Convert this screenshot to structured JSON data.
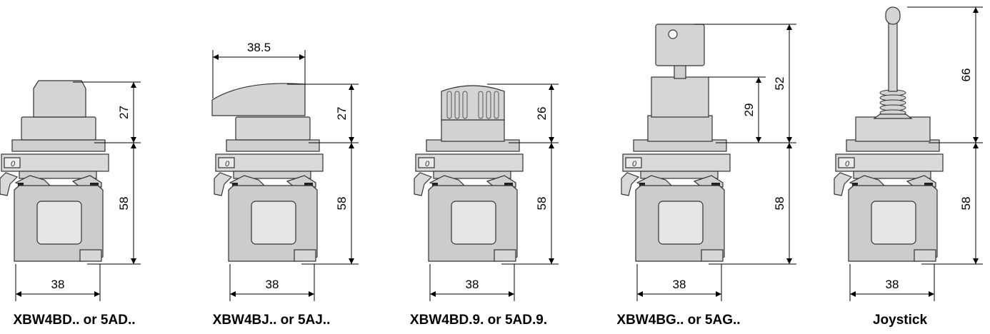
{
  "figures": [
    {
      "caption": "XBW4BD.. or 5AD..",
      "dims": {
        "top": "27",
        "mid": "58",
        "width": "38"
      }
    },
    {
      "caption": "XBW4BJ.. or 5AJ..",
      "dims": {
        "top": "27",
        "mid": "58",
        "width": "38",
        "lever": "38.5"
      }
    },
    {
      "caption": "XBW4BD.9. or 5AD.9.",
      "dims": {
        "top": "26",
        "mid": "58",
        "width": "38"
      }
    },
    {
      "caption": "XBW4BG.. or 5AG..",
      "dims": {
        "top": "52",
        "inner": "29",
        "mid": "58",
        "width": "38"
      }
    },
    {
      "caption": "Joystick",
      "dims": {
        "top": "66",
        "mid": "58",
        "width": "38"
      }
    }
  ],
  "colors": {
    "body_fill": "#d4d4d4",
    "panel_fill": "#e6e6e6",
    "outline": "#333333",
    "seal": "#222222"
  }
}
